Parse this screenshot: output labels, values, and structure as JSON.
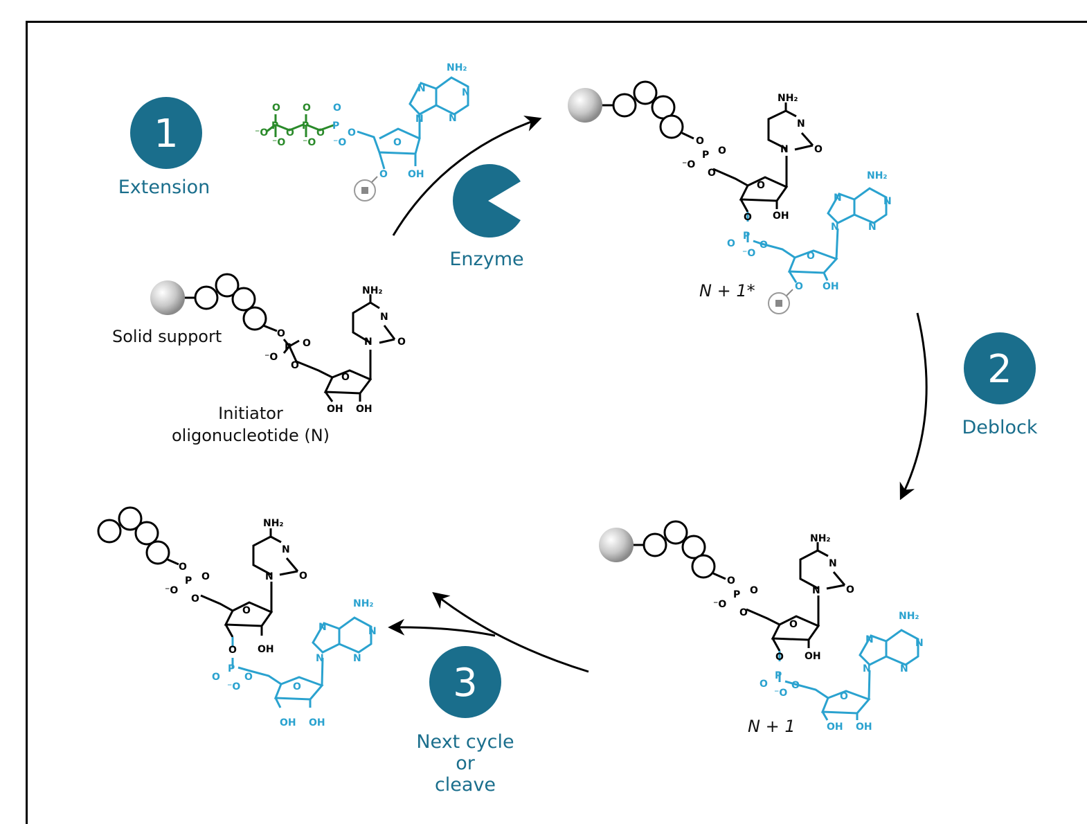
{
  "steps": [
    {
      "number": "1",
      "label": "Extension"
    },
    {
      "number": "2",
      "label": "Deblock"
    },
    {
      "number": "3",
      "label_lines": [
        "Next cycle",
        "or",
        "cleave"
      ]
    }
  ],
  "labels": {
    "enzyme": "Enzyme",
    "solid_support": "Solid support",
    "initiator_line1": "Initiator",
    "initiator_line2": "oligonucleotide (N)",
    "n_plus_1_star": "N + 1*",
    "n_plus_1": "N + 1"
  },
  "atoms": {
    "nh2": "NH₂",
    "n": "N",
    "o": "O",
    "oh": "OH",
    "p": "P",
    "o_minus": "⁻O"
  },
  "colors": {
    "step_circle": "#1a6e8c",
    "step_label": "#1a6e8c",
    "enzyme": "#1a6e8c",
    "adenosine": "#2aa2cf",
    "triphosphate": "#2a8a2a",
    "structure": "#000000"
  }
}
